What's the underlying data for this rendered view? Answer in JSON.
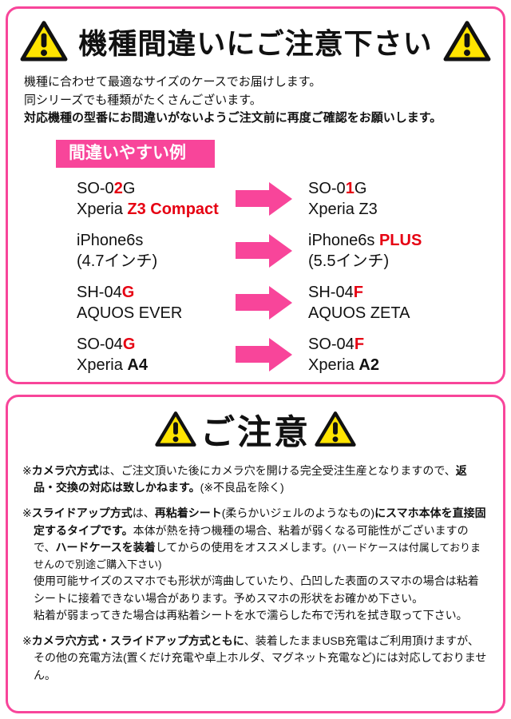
{
  "colors": {
    "accent_pink": "#f8459a",
    "alert_red": "#e60012",
    "warning_yellow": "#ffe400"
  },
  "icons": {
    "warning": "warning-triangle-icon",
    "arrow": "right-arrow-icon"
  },
  "top": {
    "title": "機種間違いにご注意下さい",
    "intro": [
      "機種に合わせて最適なサイズのケースでお届けします。",
      "同シリーズでも種類がたくさんございます。",
      "対応機種の型番にお間違いがないようご注文前に再度ご確認をお願いします。"
    ],
    "banner": "間違いやすい例",
    "rows": [
      {
        "left": [
          [
            {
              "t": "SO-0"
            },
            {
              "t": "2",
              "c": "red bold"
            },
            {
              "t": "G"
            }
          ],
          [
            {
              "t": "Xperia "
            },
            {
              "t": "Z3 Compact",
              "c": "red bold"
            }
          ]
        ],
        "right": [
          [
            {
              "t": "SO-0"
            },
            {
              "t": "1",
              "c": "red bold"
            },
            {
              "t": "G"
            }
          ],
          [
            {
              "t": "Xperia Z3"
            }
          ]
        ]
      },
      {
        "left": [
          [
            {
              "t": "iPhone6s"
            }
          ],
          [
            {
              "t": "(4.7インチ)"
            }
          ]
        ],
        "right": [
          [
            {
              "t": "iPhone6s "
            },
            {
              "t": "PLUS",
              "c": "red bold"
            }
          ],
          [
            {
              "t": "(5.5インチ)"
            }
          ]
        ]
      },
      {
        "left": [
          [
            {
              "t": "SH-04"
            },
            {
              "t": "G",
              "c": "red bold"
            }
          ],
          [
            {
              "t": "AQUOS EVER"
            }
          ]
        ],
        "right": [
          [
            {
              "t": "SH-04"
            },
            {
              "t": "F",
              "c": "red bold"
            }
          ],
          [
            {
              "t": "AQUOS ZETA"
            }
          ]
        ]
      },
      {
        "left": [
          [
            {
              "t": "SO-04"
            },
            {
              "t": "G",
              "c": "red bold"
            }
          ],
          [
            {
              "t": "Xperia "
            },
            {
              "t": "A4",
              "c": "bold"
            }
          ]
        ],
        "right": [
          [
            {
              "t": "SO-04"
            },
            {
              "t": "F",
              "c": "red bold"
            }
          ],
          [
            {
              "t": "Xperia "
            },
            {
              "t": "A2",
              "c": "bold"
            }
          ]
        ]
      }
    ]
  },
  "bottom": {
    "title": "ご注意",
    "notes": [
      [
        {
          "t": "※"
        },
        {
          "t": "カメラ穴方式",
          "c": "bold"
        },
        {
          "t": "は、ご注文頂いた後にカメラ穴を開ける完全受注生産となりますので、"
        },
        {
          "t": "返品・交換の対応は致しかねます。",
          "c": "bold"
        },
        {
          "t": "(※不良品を除く)"
        }
      ],
      [
        {
          "t": "※"
        },
        {
          "t": "スライドアップ方式",
          "c": "bold"
        },
        {
          "t": "は、"
        },
        {
          "t": "再粘着シート",
          "c": "bold"
        },
        {
          "t": "(柔らかいジェルのようなもの)"
        },
        {
          "t": "にスマホ本体を直接固定するタイプです。",
          "c": "bold"
        },
        {
          "t": "本体が熱を持つ機種の場合、粘着が弱くなる可能性がございますので、"
        },
        {
          "t": "ハードケースを装着",
          "c": "bold"
        },
        {
          "t": "してからの使用をオススメします。"
        },
        {
          "t": "(ハードケースは付属しておりませんので別途ご購入下さい)",
          "c": "small"
        },
        {
          "br": true
        },
        {
          "t": "使用可能サイズのスマホでも形状が湾曲していたり、凸凹した表面のスマホの場合は粘着シートに接着できない場合があります。予めスマホの形状をお確かめ下さい。"
        },
        {
          "br": true
        },
        {
          "t": "粘着が弱まってきた場合は再粘着シートを水で濡らした布で汚れを拭き取って下さい。"
        }
      ],
      [
        {
          "t": "※"
        },
        {
          "t": "カメラ穴方式・スライドアップ方式ともに",
          "c": "bold"
        },
        {
          "t": "、装着したままUSB充電はご利用頂けますが、その他の充電方法(置くだけ充電や卓上ホルダ、マグネット充電など)には対応しておりません。"
        }
      ]
    ]
  }
}
